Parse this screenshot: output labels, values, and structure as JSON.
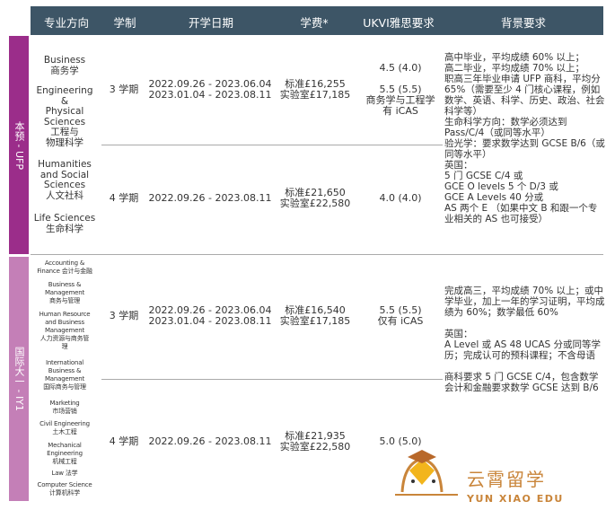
{
  "header": [
    "专业方向",
    "学制",
    "开学日期",
    "学费*",
    "UKVI雅思要求",
    "背景要求"
  ],
  "groups": [
    {
      "label": "本预 - UFP",
      "color": "#9b2d8a",
      "programs": [
        "Business\n商务学",
        "Engineering\n&\nPhysical\nSciences\n工程与\n物理科学",
        "Humanities\nand Social\nSciences\n人文社科",
        "Life Sciences\n生命科学"
      ],
      "rows": [
        {
          "duration": "3 学期",
          "dates": "2022.09.26 - 2023.06.04\n2023.01.04 - 2023.08.11",
          "fee": "标准£16,255\n实验室£17,185",
          "ielts": "4.5 (4.0)\n\n5.5 (5.5)\n商务学与工程学\n有 iCAS"
        },
        {
          "duration": "4 学期",
          "dates": "2022.09.26 - 2023.08.11",
          "fee": "标准£21,650\n实验室£22,580",
          "ielts": "4.0 (4.0)"
        }
      ],
      "background": "高中毕业，平均成绩 60% 以上；\n高二毕业，平均成绩 70% 以上；\n职高三年毕业申请 UFP 商科，平均分 65%（需要至少 4 门核心课程，例如数学、英语、科学、历史、政治、社会科学等）\n生命科学方向：数学必须达到 Pass/C/4（或同等水平）\n验光学：要求数学达到 GCSE B/6（或同等水平）\n英国：\n5 门 GCSE C/4 或\nGCE O levels 5 个 D/3 或\nGCE A Levels 40 分或\nAS 两个 E （如果中文 B 和跟一个专业相关的 AS 也可接受）"
    },
    {
      "label": "国际大一 - IY1",
      "color": "#c47fb7",
      "programs": [
        "Accounting &\nFinance 会计与金融",
        "Business &\nManagement\n商务与管理",
        "Human Resource\nand Business\nManagement\n人力资源与商务管\n理",
        "International\nBusiness &\nManagement\n国际商务与管理",
        "Marketing\n市场营销",
        "Civil Engineering\n土木工程",
        "Mechanical\nEngineering\n机械工程",
        "Law 法学",
        "Computer Science\n计算机科学"
      ],
      "rows": [
        {
          "duration": "3 学期",
          "dates": "2022.09.26 - 2023.06.04\n2023.01.04 - 2023.08.11",
          "fee": "标准£16,540\n实验室£17,185",
          "ielts": "5.5 (5.5)\n仅有 iCAS"
        },
        {
          "duration": "4 学期",
          "dates": "2022.09.26 - 2023.08.11",
          "fee": "标准£21,935\n实验室£22,580",
          "ielts": "5.0 (5.0)"
        }
      ],
      "background": "完成高三，平均成绩 70% 以上；或中学毕业，加上一年的学习证明，平均成绩为 60%；数学最低 60%\n\n英国：\nA Level 或 AS 48 UCAS 分或同等学历；完成认可的预科课程；不含母语\n\n商科要求 5 门 GCSE C/4，包含数学\n会计和金融要求数学 GCSE 达到 B/6"
    }
  ],
  "watermark": {
    "cn": "云霄留学",
    "en": "YUN XIAO EDU"
  }
}
